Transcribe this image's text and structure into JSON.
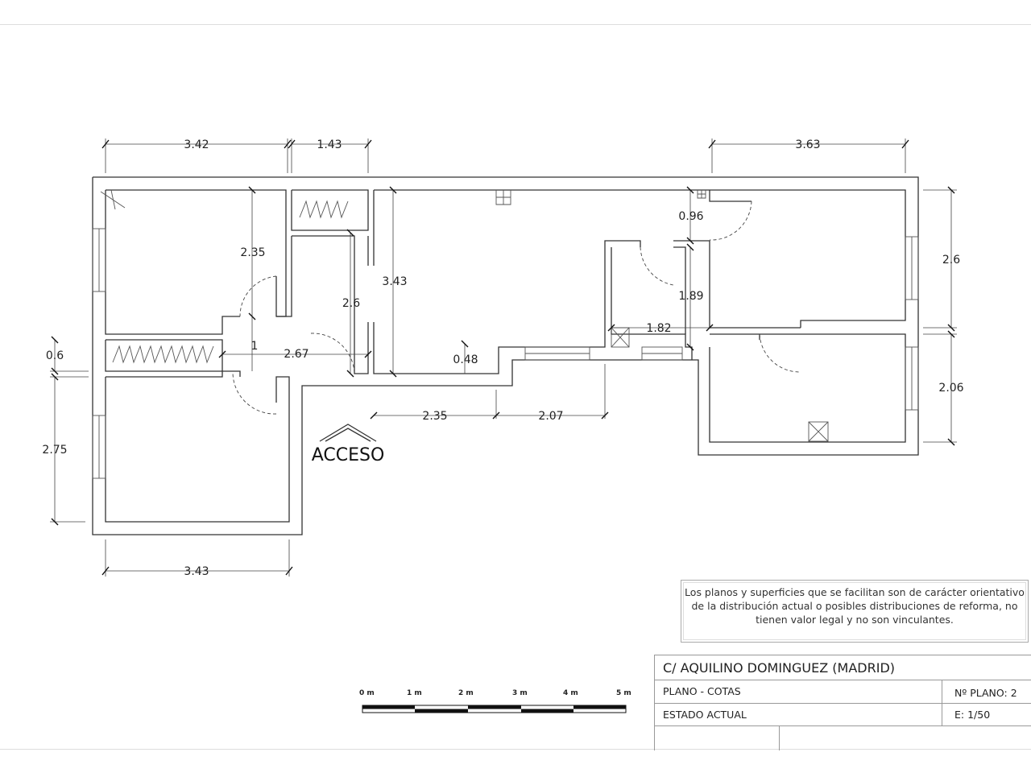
{
  "dimensions": [
    {
      "id": "top-342",
      "text": "3.42"
    },
    {
      "id": "top-143",
      "text": "1.43"
    },
    {
      "id": "top-363",
      "text": "3.63"
    },
    {
      "id": "d-235",
      "text": "2.35"
    },
    {
      "id": "d-343",
      "text": "3.43"
    },
    {
      "id": "d-26a",
      "text": "2.6"
    },
    {
      "id": "d-096",
      "text": "0.96"
    },
    {
      "id": "d-26b",
      "text": "2.6"
    },
    {
      "id": "d-189",
      "text": "1.89"
    },
    {
      "id": "d-182",
      "text": "1.82"
    },
    {
      "id": "d-1",
      "text": "1"
    },
    {
      "id": "d-267",
      "text": "2.67"
    },
    {
      "id": "d-048",
      "text": "0.48"
    },
    {
      "id": "d-06",
      "text": "0.6"
    },
    {
      "id": "d-206",
      "text": "2.06"
    },
    {
      "id": "d-235b",
      "text": "2.35"
    },
    {
      "id": "d-207",
      "text": "2.07"
    },
    {
      "id": "d-275",
      "text": "2.75"
    },
    {
      "id": "bot-343",
      "text": "3.43"
    }
  ],
  "access_label": "ACCESO",
  "disclaimer": "Los planos y superficies que se facilitan son de carácter orientativo de la distribución actual o posibles distribuciones de reforma, no tienen valor legal y no son vinculantes.",
  "title_block": {
    "address": "C/  AQUILINO DOMINGUEZ   (MADRID)",
    "plan_type": "PLANO   -  COTAS",
    "plan_number": "Nº PLANO:  2",
    "state": "ESTADO  ACTUAL",
    "scale": "E: 1/50"
  },
  "scale_bar": {
    "labels": [
      "0 m",
      "1 m",
      "2 m",
      "3 m",
      "4 m",
      "5 m"
    ]
  }
}
